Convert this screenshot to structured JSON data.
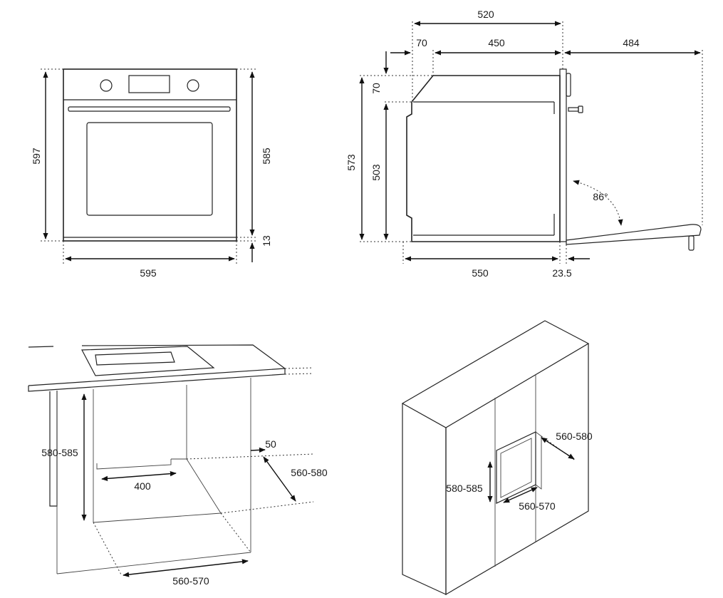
{
  "front_view": {
    "height_total": "597",
    "height_body": "585",
    "height_bottom": "13",
    "width": "595"
  },
  "side_view": {
    "depth_overall": "520",
    "depth_top_offset": "70",
    "depth_top": "450",
    "door_open_depth": "484",
    "top_step_height": "70",
    "height_total": "573",
    "height_inner": "503",
    "door_angle": "86°",
    "depth_body": "550",
    "door_thickness": "23.5"
  },
  "under_counter": {
    "niche_height": "580-585",
    "rear_gap": "50",
    "niche_depth": "560-580",
    "vent_width": "400",
    "niche_width": "560-570"
  },
  "tall_cabinet": {
    "niche_depth": "560-580",
    "niche_height": "580-585",
    "niche_width": "560-570"
  }
}
